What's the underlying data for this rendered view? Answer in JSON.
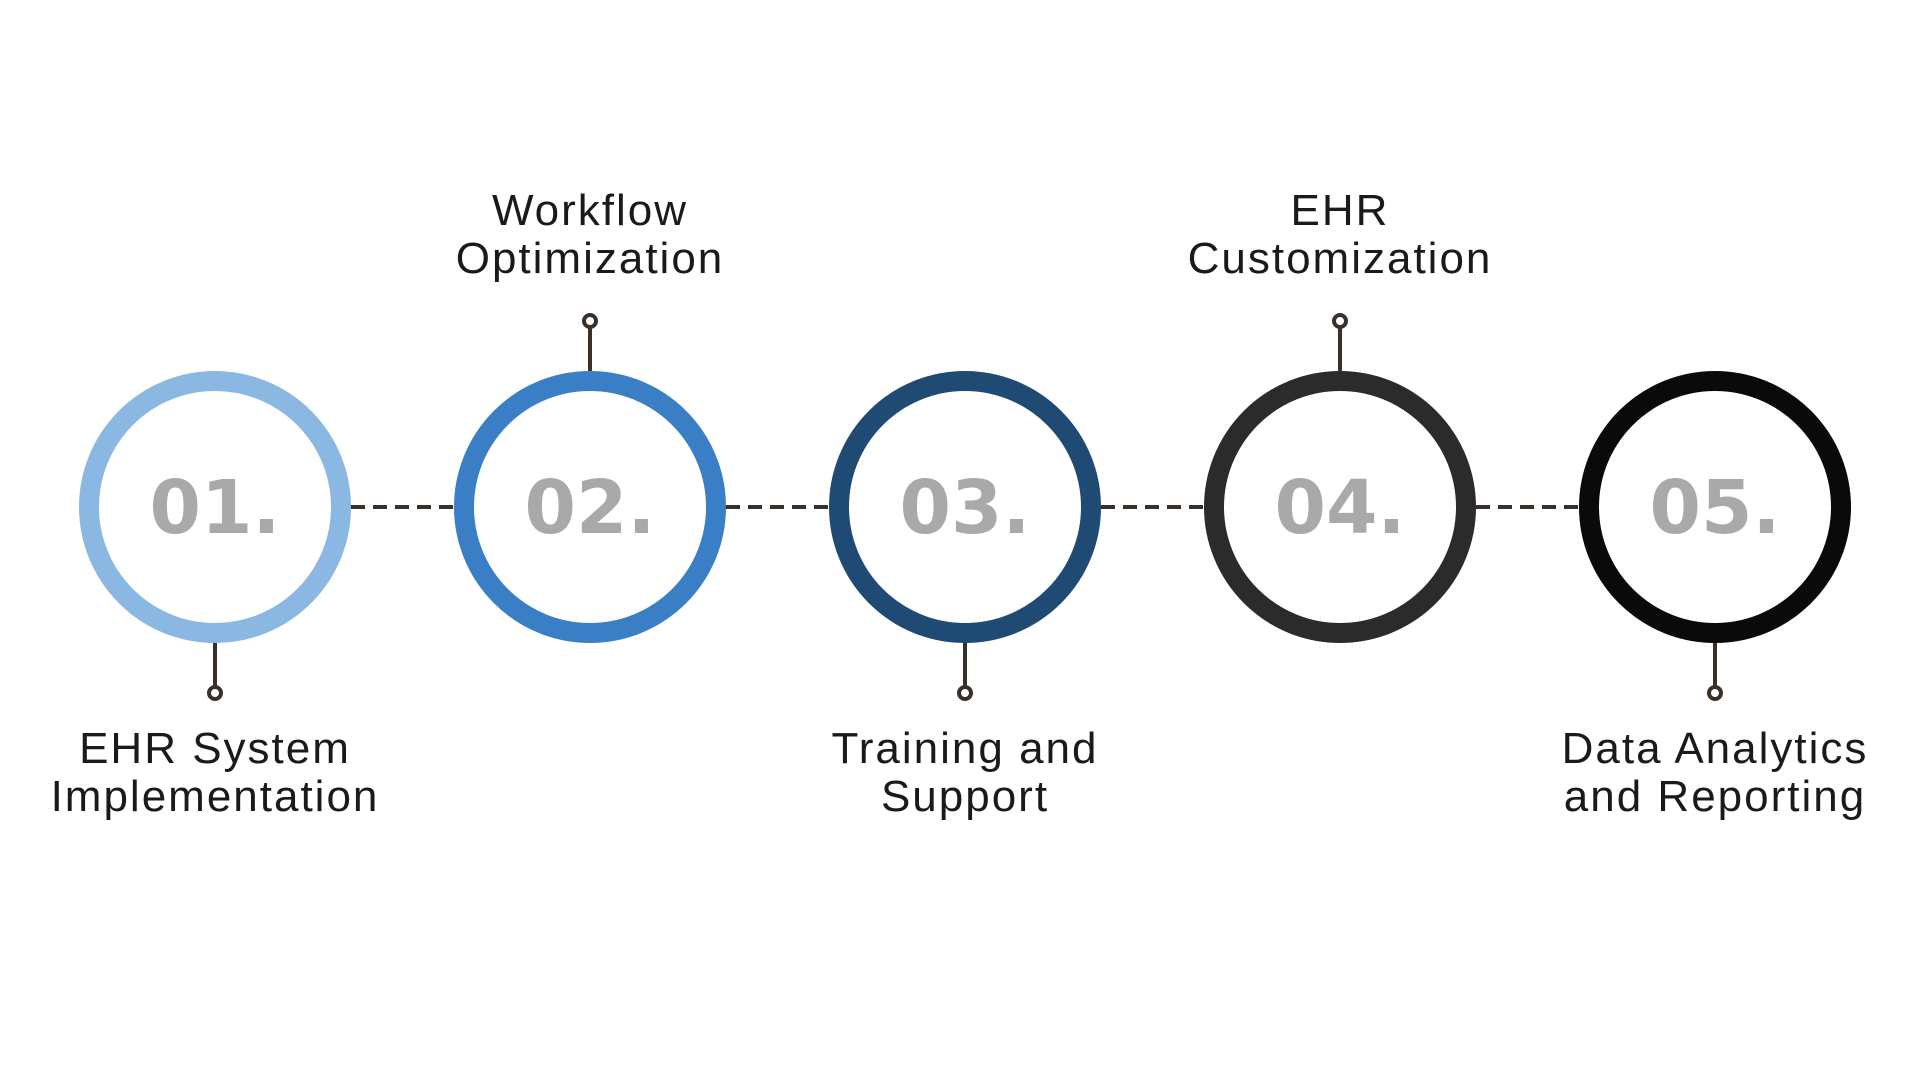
{
  "steps": [
    {
      "number": "01.",
      "label_lines": [
        "EHR System",
        "Implementation"
      ],
      "ring_color": "#8ab8e2",
      "label_position": "below"
    },
    {
      "number": "02.",
      "label_lines": [
        "Workflow",
        "Optimization"
      ],
      "ring_color": "#3a7fc6",
      "label_position": "above"
    },
    {
      "number": "03.",
      "label_lines": [
        "Training and",
        "Support"
      ],
      "ring_color": "#1f4a74",
      "label_position": "below"
    },
    {
      "number": "04.",
      "label_lines": [
        "EHR",
        "Customization"
      ],
      "ring_color": "#2b2b2b",
      "label_position": "above"
    },
    {
      "number": "05.",
      "label_lines": [
        "Data Analytics",
        "and Reporting"
      ],
      "ring_color": "#0a0a0a",
      "label_position": "below"
    }
  ]
}
